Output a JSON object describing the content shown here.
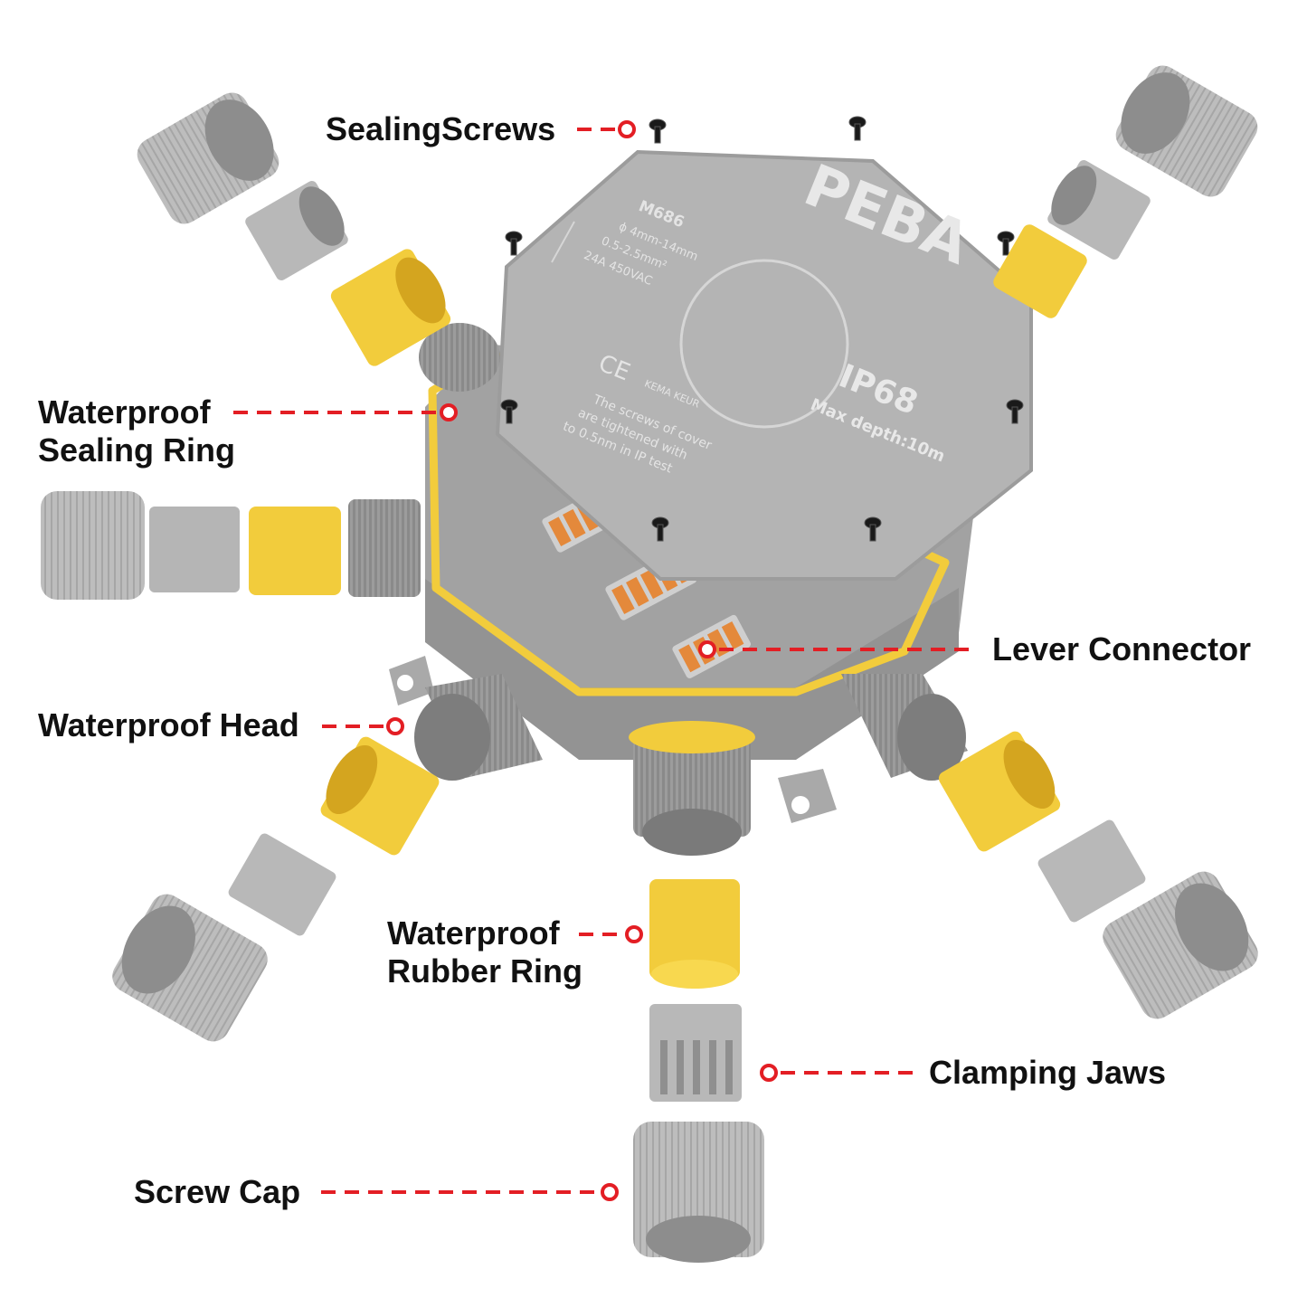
{
  "product": {
    "brand_logo_text": "PEBA",
    "model": "M686",
    "spec_lines": [
      "ϕ 4mm-14mm",
      "0.5-2.5mm²",
      "24A   450VAC"
    ],
    "cert_marks": [
      "CE",
      "KEMA KEUR"
    ],
    "screw_note_lines": [
      "The screws of cover",
      "are tightened with",
      "to 0.5nm in IP test"
    ],
    "ip_rating": "IP68",
    "max_depth": "Max depth:10m"
  },
  "callouts": {
    "sealing_screws": "SealingScrews",
    "waterproof_sealing_ring": [
      "Waterproof",
      "Sealing Ring"
    ],
    "lever_connector": "Lever Connector",
    "waterproof_head": "Waterproof Head",
    "waterproof_rubber_ring": [
      "Waterproof",
      "Rubber Ring"
    ],
    "clamping_jaws": "Clamping Jaws",
    "screw_cap": "Screw Cap"
  },
  "colors": {
    "housing_grey": "#a9a9a9",
    "lid_grey": "#b4b4b4",
    "seal_yellow": "#f2cc3c",
    "lever_orange": "#e4893b",
    "callout_red": "#e31e24"
  },
  "icons": {
    "screw": "screw-icon",
    "callout_marker": "callout-circle-icon"
  }
}
